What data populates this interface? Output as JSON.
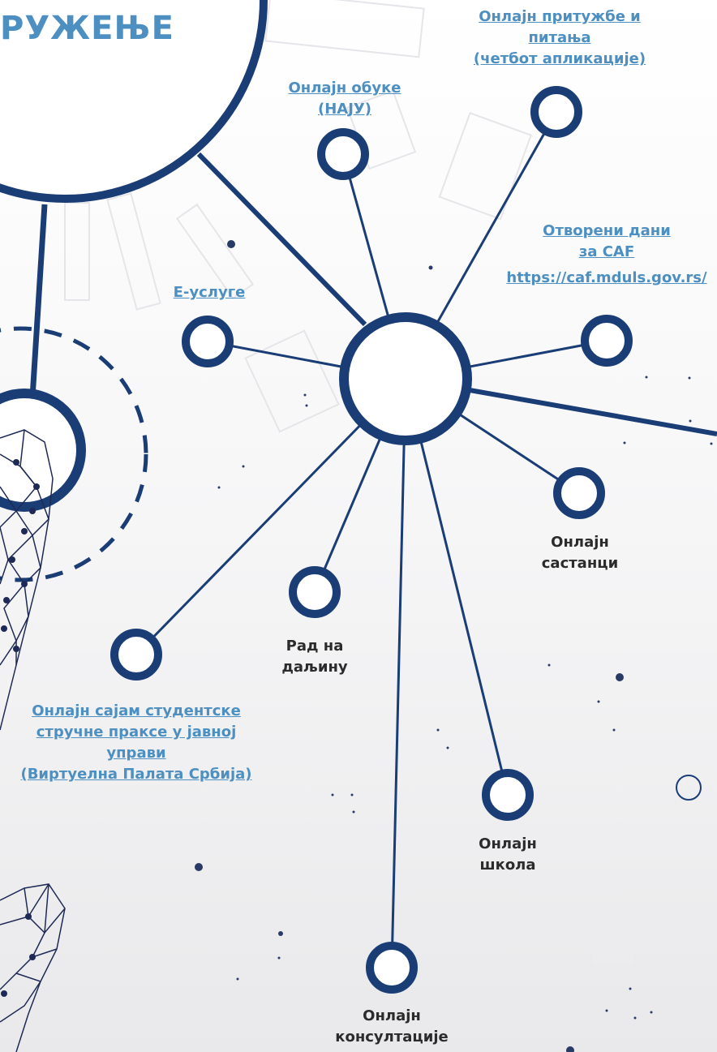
{
  "title": "РУЖЕЊЕ",
  "colors": {
    "navy": "#1b3d76",
    "link": "#4c8fc0",
    "text": "#2b2b2b"
  },
  "nodes": {
    "online_complaints": {
      "lines": [
        "Онлајн притужбе и",
        "питања",
        "(четбот апликације)"
      ],
      "link": true
    },
    "online_training": {
      "lines": [
        "Онлајн обуке",
        "(НАЈУ)"
      ],
      "link": true
    },
    "open_days": {
      "lines": [
        "Отворени дани",
        "за CAF",
        "https://caf.mduls.gov.rs/"
      ],
      "link": true
    },
    "e_services": {
      "lines": [
        "Е-услуге"
      ],
      "link": true
    },
    "online_meetings": {
      "lines": [
        "Онлајн",
        "састанци"
      ],
      "link": false
    },
    "remote_work": {
      "lines": [
        "Рад на",
        "даљину"
      ],
      "link": false
    },
    "student_fair": {
      "lines": [
        "Онлајн сајам студентске",
        "стручне праксе у јавној",
        "управи",
        "(Виртуелна Палата Србија)"
      ],
      "link": true
    },
    "online_school": {
      "lines": [
        "Онлајн",
        "школа"
      ],
      "link": false
    },
    "online_consultations": {
      "lines": [
        "Онлајн",
        "консултације"
      ],
      "link": false
    }
  }
}
